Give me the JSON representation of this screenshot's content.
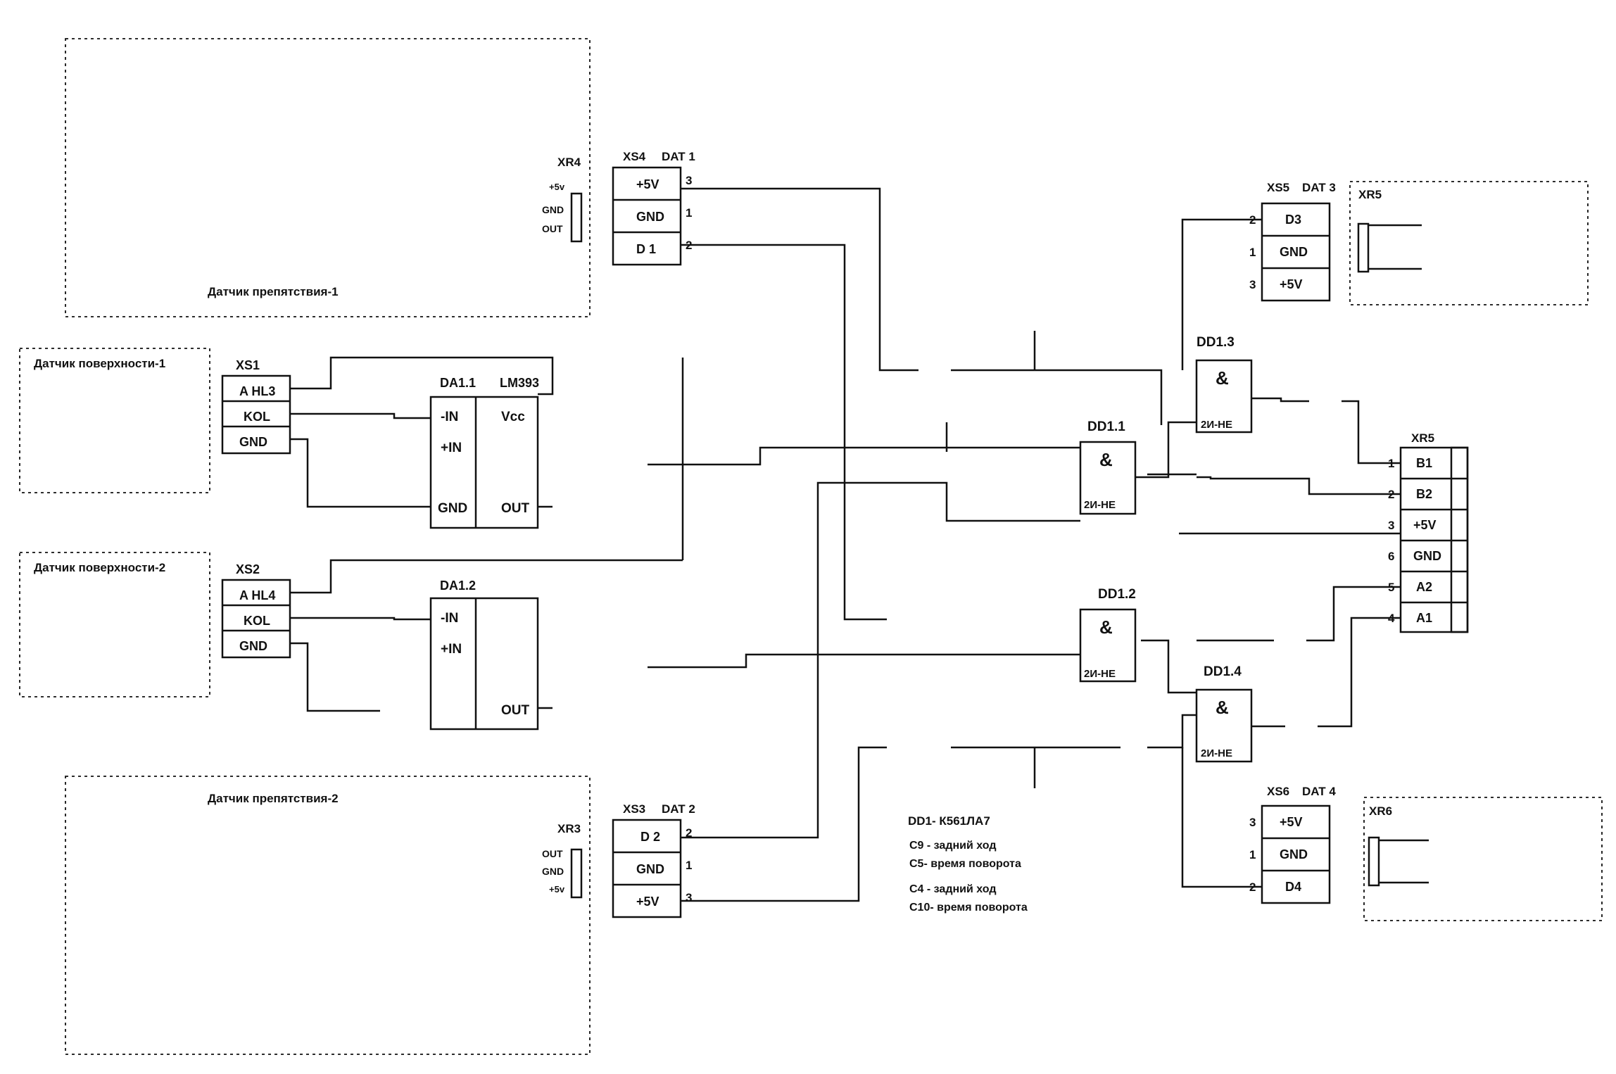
{
  "sensors": {
    "obstacle1_title": "Датчик препятствия-1",
    "obstacle2_title": "Датчик препятствия-2",
    "surface1_title": "Датчик поверхности-1",
    "surface2_title": "Датчик поверхности-2"
  },
  "connectors": {
    "xs4": {
      "name": "XS4",
      "dat": "DAT 1",
      "rows": [
        "+5V",
        "GND",
        "D 1"
      ],
      "pins": [
        "3",
        "1",
        "2"
      ]
    },
    "xs3": {
      "name": "XS3",
      "dat": "DAT 2",
      "rows": [
        "D 2",
        "GND",
        "+5V"
      ],
      "pins": [
        "2",
        "1",
        "3"
      ]
    },
    "xs5": {
      "name": "XS5",
      "dat": "DAT 3",
      "rows": [
        "D3",
        "GND",
        "+5V"
      ],
      "pins": [
        "2",
        "1",
        "3"
      ]
    },
    "xs6": {
      "name": "XS6",
      "dat": "DAT 4",
      "rows": [
        "+5V",
        "GND",
        "D4"
      ],
      "pins": [
        "3",
        "1",
        "2"
      ]
    },
    "xs1": {
      "name": "XS1",
      "rows": [
        "A HL3",
        "KOL",
        "GND"
      ]
    },
    "xs2": {
      "name": "XS2",
      "rows": [
        "A HL4",
        "KOL",
        "GND"
      ]
    },
    "xr5_main": {
      "name": "XR5",
      "rows": [
        "B1",
        "B2",
        "+5V",
        "GND",
        "A2",
        "A1"
      ],
      "pins": [
        "1",
        "2",
        "3",
        "6",
        "5",
        "4"
      ]
    },
    "xr5_small": {
      "name": "XR5"
    },
    "xr6": {
      "name": "XR6"
    },
    "xr4": {
      "name": "XR4",
      "labels": [
        "+5v",
        "GND",
        "OUT"
      ]
    },
    "xr3": {
      "name": "XR3",
      "labels": [
        "OUT",
        "GND",
        "+5v"
      ]
    }
  },
  "comparator": {
    "da11": {
      "name": "DA1.1",
      "part": "LM393",
      "in_minus": "-IN",
      "in_plus": "+IN",
      "gnd": "GND",
      "vcc": "Vcc",
      "out": "OUT"
    },
    "da12": {
      "name": "DA1.2",
      "in_minus": "-IN",
      "in_plus": "+IN",
      "out": "OUT"
    }
  },
  "gates": {
    "dd11": {
      "name": "DD1.1",
      "type": "2И-НЕ"
    },
    "dd12": {
      "name": "DD1.2",
      "type": "2И-НЕ"
    },
    "dd13": {
      "name": "DD1.3",
      "type": "2И-НЕ"
    },
    "dd14": {
      "name": "DD1.4",
      "type": "2И-НЕ"
    }
  },
  "notes": {
    "chip": "DD1- К561ЛА7",
    "c9": "C9 - задний ход",
    "c5": "C5- время поворота",
    "c4": "C4 - задний ход",
    "c10": "C10- время поворота"
  }
}
